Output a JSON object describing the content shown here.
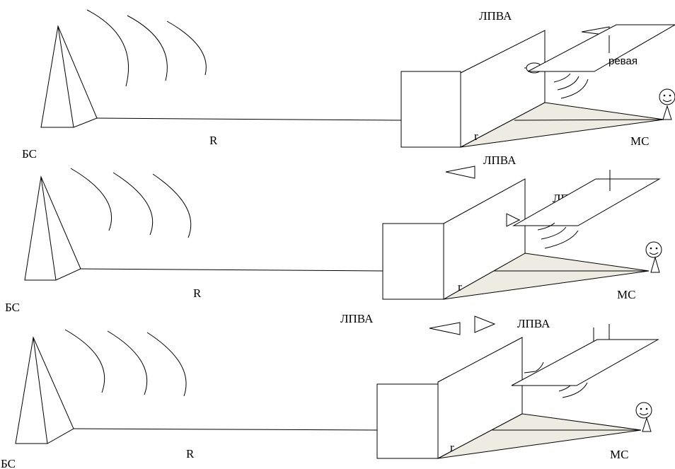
{
  "labels": {
    "bs": "БС",
    "ms": "МС",
    "distance": "R",
    "radius": "r",
    "lpva": "ЛПВА",
    "lpva_partial": "ЛП",
    "roof_partial": "ревая"
  }
}
